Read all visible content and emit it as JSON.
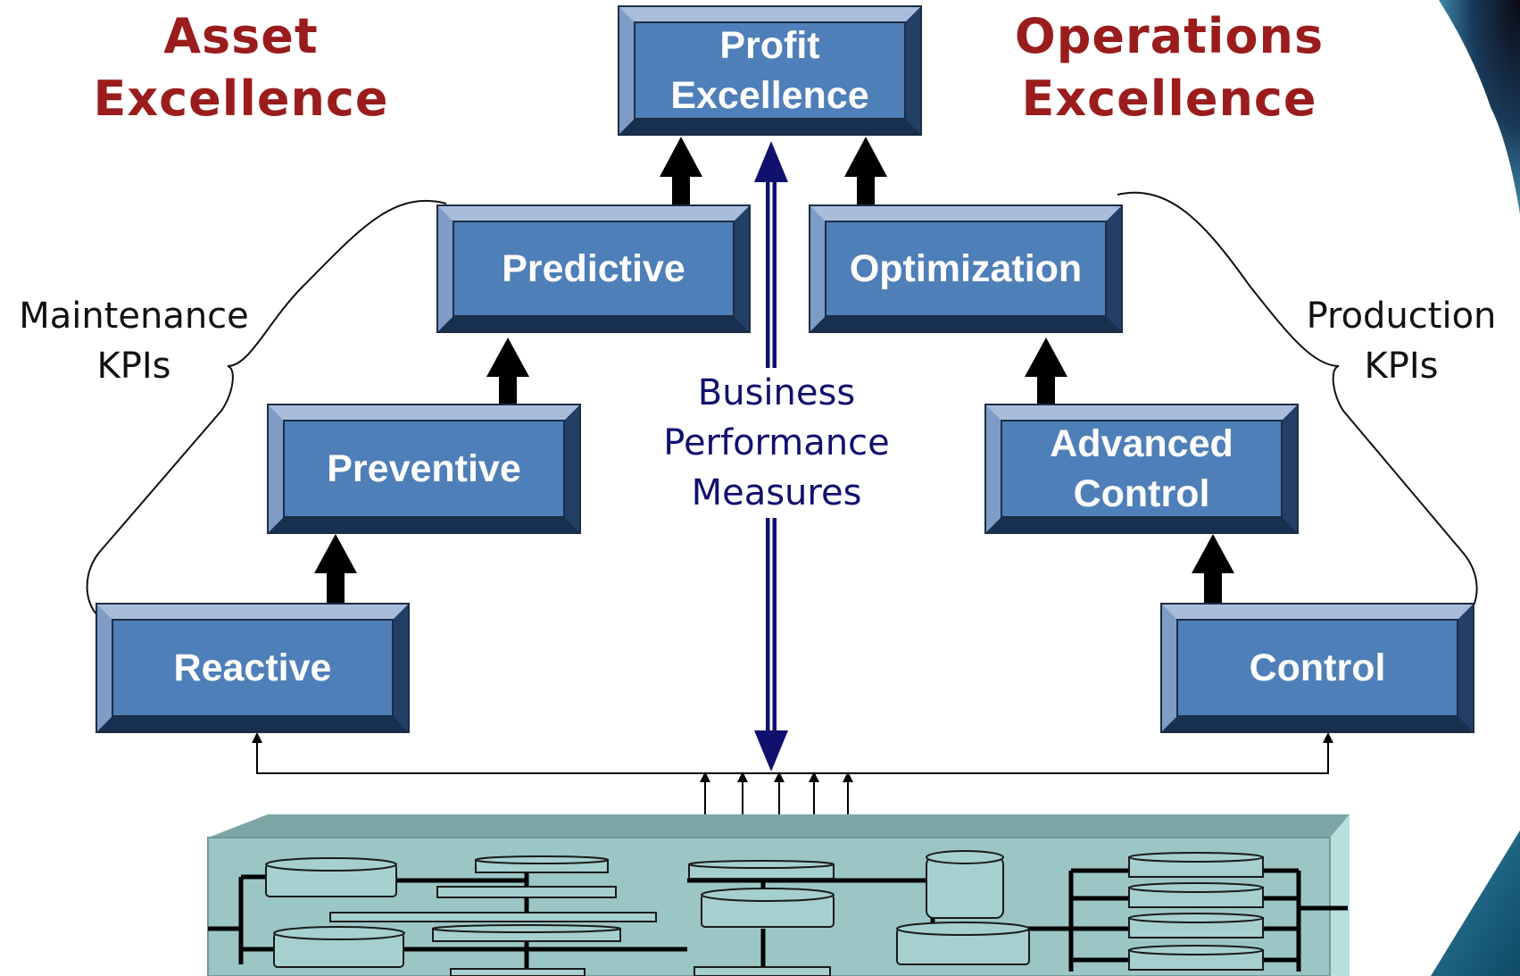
{
  "titles": {
    "asset": [
      "Asset",
      "Excellence"
    ],
    "operations": [
      "Operations",
      "Excellence"
    ]
  },
  "boxes": {
    "profit": [
      "Profit",
      "Excellence"
    ],
    "predictive": "Predictive",
    "preventive": "Preventive",
    "reactive": "Reactive",
    "optimization": "Optimization",
    "advanced_control": [
      "Advanced",
      "Control"
    ],
    "control": "Control"
  },
  "kpis": {
    "maintenance": [
      "Maintenance",
      "KPIs"
    ],
    "production": [
      "Production",
      "KPIs"
    ]
  },
  "business_measures": [
    "Business",
    "Performance",
    "Measures"
  ],
  "colors": {
    "title_red": "#9a1c1c",
    "box_blue": "#4f7fb8",
    "arrow_navy": "#10106e",
    "plant_teal": "#9cc6c6"
  }
}
